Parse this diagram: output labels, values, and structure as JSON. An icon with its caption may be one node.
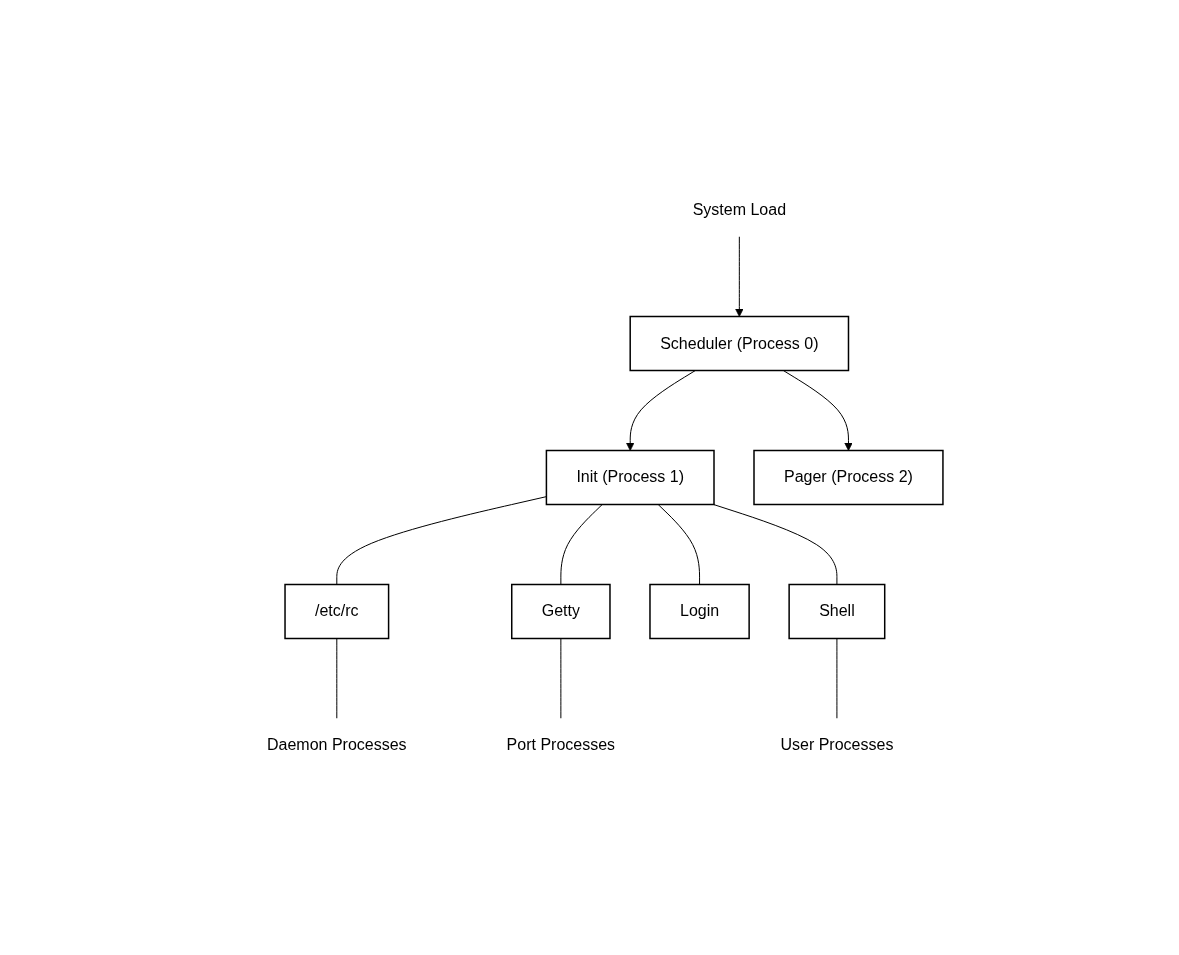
{
  "diagram": {
    "nodes": [
      {
        "text": [
          "System Load"
        ]
      },
      {
        "text": [
          "Scheduler (Process 0)"
        ]
      },
      {
        "text": [
          "Init (Process 1)"
        ]
      },
      {
        "text": [
          "Pager (Process 2)"
        ]
      },
      {
        "text": [
          "/etc/rc"
        ]
      },
      {
        "text": [
          "Getty"
        ]
      },
      {
        "text": [
          "Login"
        ]
      },
      {
        "text": [
          "Shell"
        ]
      },
      {
        "text": [
          "Daemon Processes"
        ]
      },
      {
        "text": [
          "Port Processes"
        ]
      },
      {
        "text": [
          "User Processes"
        ]
      }
    ],
    "edges": [
      {
        "from": 0,
        "to": 1,
        "arrow": "to"
      },
      {
        "from": 1,
        "to": 2,
        "arrow": "to"
      },
      {
        "from": 1,
        "to": 3,
        "arrow": "to"
      },
      {
        "from": 2,
        "to": 4,
        "arrow": "none"
      },
      {
        "from": 2,
        "to": 5,
        "arrow": "none"
      },
      {
        "from": 2,
        "to": 6,
        "arrow": "none"
      },
      {
        "from": 2,
        "to": 7,
        "arrow": "none"
      },
      {
        "from": 4,
        "to": 8,
        "arrow": "none"
      },
      {
        "from": 5,
        "to": 9,
        "arrow": "none"
      },
      {
        "from": 7,
        "to": 10,
        "arrow": "none"
      }
    ]
  }
}
